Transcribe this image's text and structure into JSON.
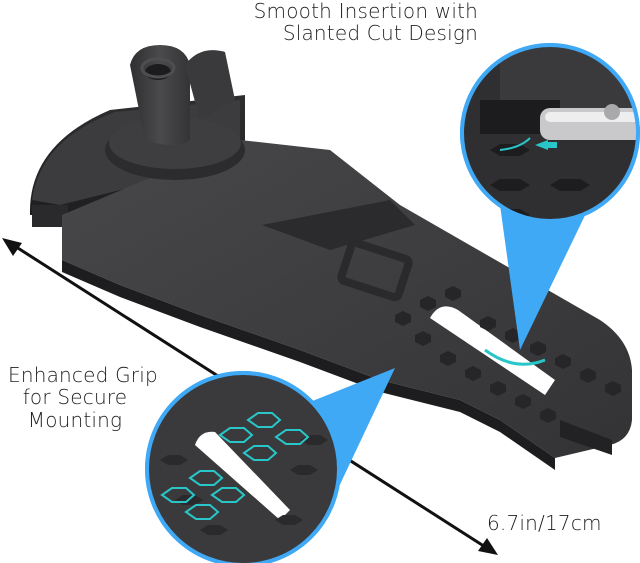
{
  "product": {
    "subject": "black-bracket-mount",
    "body_color": "#3a3a3c",
    "body_dark": "#2a2a2c",
    "accent_color": "#29c6c9",
    "callout_color": "#3fa9f5"
  },
  "callouts": {
    "top": {
      "line1": "Smooth Insertion with",
      "line2": "Slanted Cut Design"
    },
    "left": {
      "line1": "Enhanced Grip",
      "line2": "for Secure",
      "line3": "Mounting"
    }
  },
  "dimension": {
    "label": "6.7in/17cm"
  }
}
